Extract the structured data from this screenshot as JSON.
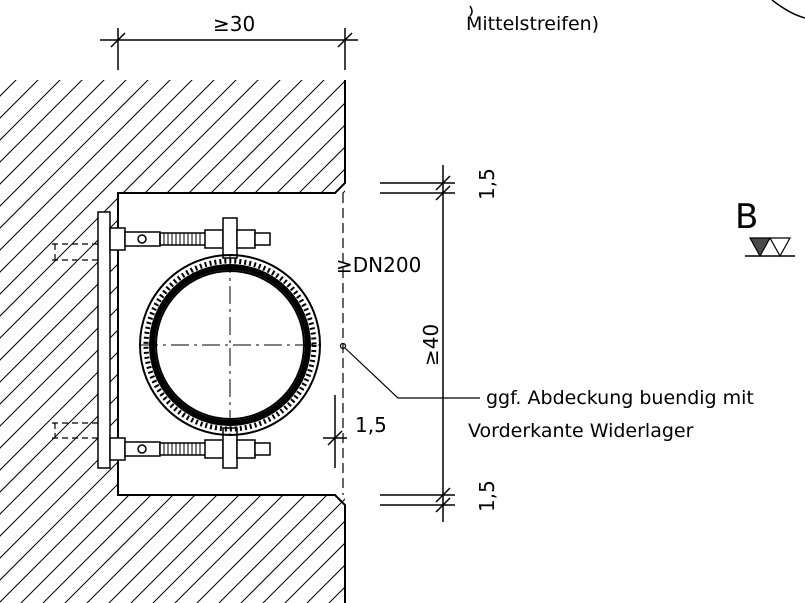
{
  "labels": {
    "top_note": "Mittelstreifen)",
    "dim_width": "≥30",
    "dim_pipe": "≥DN200",
    "dim_height": "≥40",
    "dim_gap_top": "1,5",
    "dim_gap_bottom": "1,5",
    "dim_clearance": "1,5",
    "callout_line1": "ggf. Abdeckung buendig mit",
    "callout_line2": "Vorderkante Widerlager",
    "section_letter": "B"
  },
  "colors": {
    "line": "#000000",
    "hatch": "#000000",
    "section_fill": "#4a4a4a",
    "background": "#ffffff"
  }
}
